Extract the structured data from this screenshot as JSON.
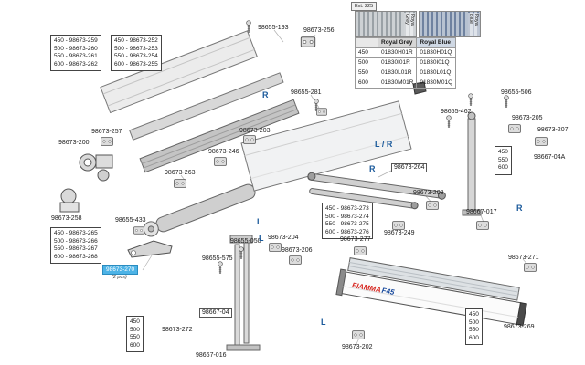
{
  "fabric": {
    "ext_label": "Ext. 225",
    "swatches": [
      "Royal Grey",
      "Royal Blue"
    ],
    "columns": [
      "Royal Grey",
      "Royal Blue"
    ],
    "rows": [
      {
        "size": "450",
        "grey": "01830H01R",
        "blue": "01830H01Q"
      },
      {
        "size": "500",
        "grey": "01830I01R",
        "blue": "01830I01Q"
      },
      {
        "size": "550",
        "grey": "01830L01R",
        "blue": "01830L01Q"
      },
      {
        "size": "600",
        "grey": "01830M01R",
        "blue": "01830M01Q"
      }
    ]
  },
  "boxes": {
    "lid": {
      "rows": [
        "450 - 98673-259",
        "500 - 98673-260",
        "550 - 98673-261",
        "600 - 98673-262"
      ]
    },
    "back": {
      "rows": [
        "450 - 98673-252",
        "500 - 98673-253",
        "550 - 98673-254",
        "600 - 98673-255"
      ]
    },
    "roller": {
      "rows": [
        "450 - 98673-265",
        "500 - 98673-266",
        "550 - 98673-267",
        "600 - 98673-268"
      ]
    },
    "front": {
      "rows": [
        "450 - 98673-273",
        "500 - 98673-274",
        "550 - 98673-275",
        "600 - 98673-276"
      ]
    },
    "legRight": {
      "rows": [
        "450",
        "550",
        "600"
      ]
    },
    "leadBar": {
      "rows": [
        "450",
        "500",
        "550",
        "600"
      ]
    },
    "legLeft": {
      "rows": [
        "450",
        "500",
        "550",
        "600"
      ]
    }
  },
  "labels": [
    {
      "text": "98655-193"
    },
    {
      "text": "98673-256"
    },
    {
      "text": "98655-281"
    },
    {
      "text": "98655-506"
    },
    {
      "text": "98673-205"
    },
    {
      "text": "98673-207"
    },
    {
      "text": "98655-462"
    },
    {
      "text": "98673-264"
    },
    {
      "text": "98673-200"
    },
    {
      "text": "98673-257"
    },
    {
      "text": "98673-258"
    },
    {
      "text": "98655-433"
    },
    {
      "text": "98673-263"
    },
    {
      "text": "98673-246"
    },
    {
      "text": "98673-203"
    },
    {
      "text": "98673-208"
    },
    {
      "text": "98667-017"
    },
    {
      "text": "98667-04A"
    },
    {
      "text": "98673-271"
    },
    {
      "text": "98673-269"
    },
    {
      "text": "98673-202"
    },
    {
      "text": "98673-277"
    },
    {
      "text": "98673-249"
    },
    {
      "text": "98655-050"
    },
    {
      "text": "98655-575"
    },
    {
      "text": "98673-204"
    },
    {
      "text": "98673-206"
    },
    {
      "text": "98667-016"
    },
    {
      "text": "98667-04"
    },
    {
      "text": "98673-272"
    }
  ],
  "markers": [
    {
      "text": "R"
    },
    {
      "text": "L / R"
    },
    {
      "text": "R"
    },
    {
      "text": "L"
    },
    {
      "text": "R"
    },
    {
      "text": "L"
    },
    {
      "text": "L"
    }
  ],
  "highlight": {
    "text": "98673-270",
    "note": "(2 pcs)"
  },
  "logo": {
    "brand": "FIAMMA",
    "model": "F45"
  },
  "colors": {
    "highlight": "#4db3e6",
    "marker": "#1b5a9b",
    "logo_red": "#d6261f",
    "logo_blue": "#16489c"
  }
}
